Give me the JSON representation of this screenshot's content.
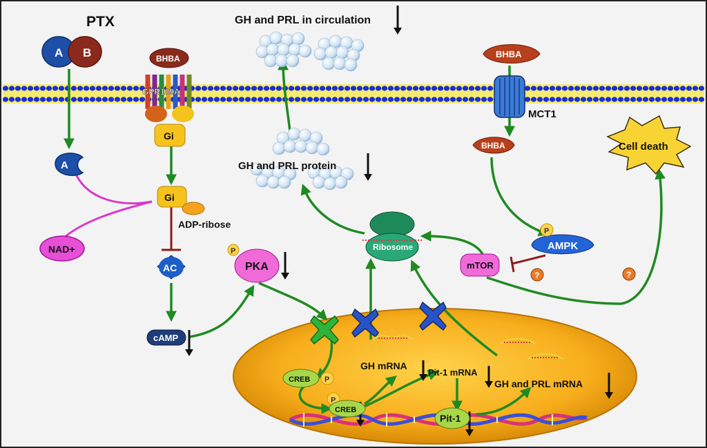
{
  "labels": {
    "ptx": "PTX",
    "subunit_a": "A",
    "subunit_b": "B",
    "subunit_a_released": "A",
    "nad": "NAD+",
    "bhba_receptor": "BHBA",
    "gpr109a": "GPR109A",
    "gi_membrane": "Gi",
    "gi_cytosol": "Gi",
    "adp_ribose": "ADP-ribose",
    "ac": "AC",
    "camp": "cAMP",
    "pka": "PKA",
    "pka_phospho": "P",
    "circulation": "GH and PRL in circulation",
    "protein": "GH and PRL protein",
    "ribosome": "Ribosome",
    "bhba_outside": "BHBA",
    "mct1": "MCT1",
    "bhba_inside": "BHBA",
    "cell_death": "Cell death",
    "ampk": "AMPK",
    "ampk_phospho": "P",
    "mtor": "mTOR",
    "unknown_1": "?",
    "unknown_2": "?",
    "creb": "CREB",
    "creb_phospho": "P",
    "creb_bound": "CREB",
    "creb_bound_phospho": "P",
    "gh_mrna": "GH mRNA",
    "pit1_mrna": "Pit-1 mRNA",
    "gh_prl_mrna": "GH and PRL mRNA",
    "pit1": "Pit-1"
  },
  "colors": {
    "background": "#f3f3f3",
    "membrane": "#1a2ed8",
    "membrane_core": "#f5e400",
    "activation_arrow": "#1f8a22",
    "inhibition": "#8b1a1a",
    "ribosylation": "#d63ac8",
    "nucleus": "#f4a51a",
    "protein_blob": "#d8e8f5",
    "decrease_arrow": "#111111"
  }
}
